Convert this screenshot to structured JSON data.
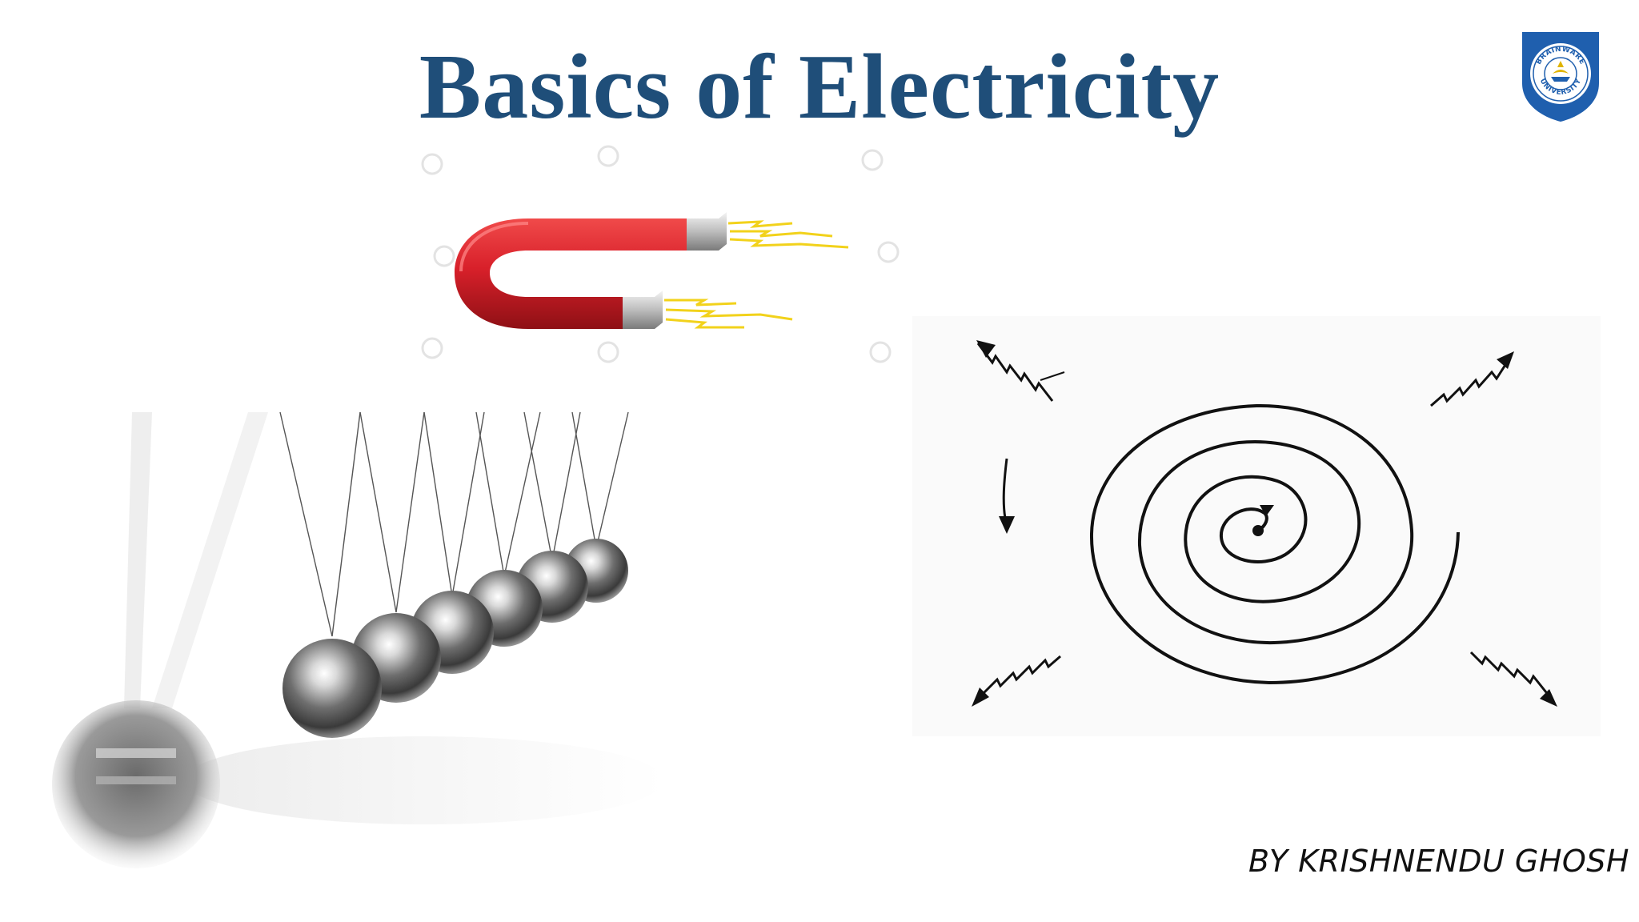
{
  "slide": {
    "title": "Basics of Electricity",
    "author": "BY KRISHNENDU GHOSH"
  },
  "logo": {
    "text_top": "BRAINWARE",
    "text_bottom": "UNIVERSITY",
    "color": "#1f5fae"
  },
  "colors": {
    "title": "#1f4e79",
    "magnet_red": "#d8202a",
    "spark_yellow": "#f2d21b",
    "text": "#111111"
  },
  "illustrations": {
    "magnet": "horseshoe-magnet-icon",
    "cradle": "newtons-cradle-icon",
    "spiral": "spiral-wave-icon"
  }
}
